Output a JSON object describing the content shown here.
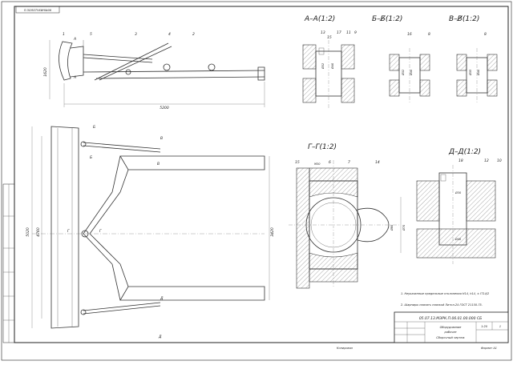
{
  "sheet": {
    "top_stamp": "П.ЗОЛОТУХИН№06",
    "frame_color": "#222222",
    "line_color": "#333333"
  },
  "section_titles": {
    "aa": "А–А(1:2)",
    "bb": "Б–Б̸(1:2)",
    "vv": "В–В̸(1:2)",
    "gg": "Г–Г(1:2)",
    "dd": "Д–Д(1:2)"
  },
  "side_view": {
    "callouts": [
      "1",
      "5",
      "3",
      "4",
      "2"
    ],
    "cut_marks": [
      "А",
      "А"
    ],
    "length_dim": "5200",
    "height_dim": "1620"
  },
  "plan_view": {
    "cut_marks": [
      "Б",
      "Б",
      "В",
      "В",
      "Г",
      "Г",
      "Д",
      "Д"
    ],
    "width_dim": "4760",
    "outer_dim": "5020",
    "depth_dim": "3420"
  },
  "section_aa": {
    "callouts": [
      "13",
      "15",
      "17",
      "11",
      "9"
    ],
    "dims": [
      "Ø32",
      "Ø40"
    ]
  },
  "section_bb": {
    "callouts": [
      "16",
      "8"
    ],
    "dims": [
      "Ø32",
      "Ø40"
    ]
  },
  "section_vv": {
    "callouts": [
      "8"
    ],
    "dims": [
      "Ø35",
      "Ø40"
    ]
  },
  "section_gg": {
    "callouts": [
      "15",
      "6",
      "7",
      "14"
    ],
    "dims": [
      "M30",
      "Ø80",
      "Ø70"
    ]
  },
  "section_dd": {
    "callouts": [
      "18",
      "12",
      "10"
    ],
    "dims": [
      "Ø30",
      "Ø40"
    ]
  },
  "notes": [
    "1. Неуказанные предельные отклонения H14, h14, ± IT14/2",
    "2. Шарниры смазать смазкой Литол-24 ГОСТ 21150-75."
  ],
  "title_block": {
    "designation": "05.07.13.МЭРК.П.06.01.00.000 СБ",
    "name_line1": "Оборудование",
    "name_line2": "рабочее",
    "name_line3": "Сборочный чертеж",
    "scale": "1:20",
    "sheet": "1",
    "bottom_left": "Копировал",
    "bottom_right": "Формат А1"
  }
}
